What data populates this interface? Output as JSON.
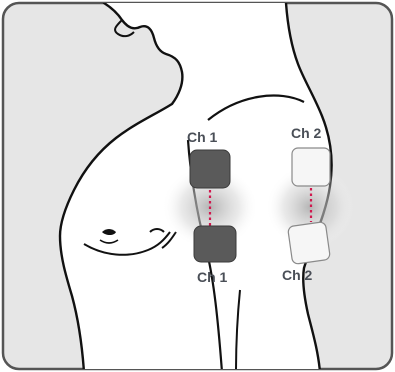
{
  "colors": {
    "panel_background": "#e6e6e6",
    "panel_border": "#555555",
    "body_fill": "#ffffff",
    "body_outline": "#111111",
    "ch1_pad_fill": "#5a5a5a",
    "ch2_pad_fill": "#f6f6f6",
    "ch2_pad_border": "#8a8a8a",
    "connector": "#d0184e",
    "label_text": "#4a4f57"
  },
  "channels": [
    {
      "id": "ch1",
      "top_label": "Ch 1",
      "bottom_label": "Ch 1",
      "pad_style": "filled-dark",
      "icon": "electrode-pad-icon"
    },
    {
      "id": "ch2",
      "top_label": "Ch 2",
      "bottom_label": "Ch 2",
      "pad_style": "outline-light",
      "icon": "electrode-pad-icon"
    }
  ]
}
